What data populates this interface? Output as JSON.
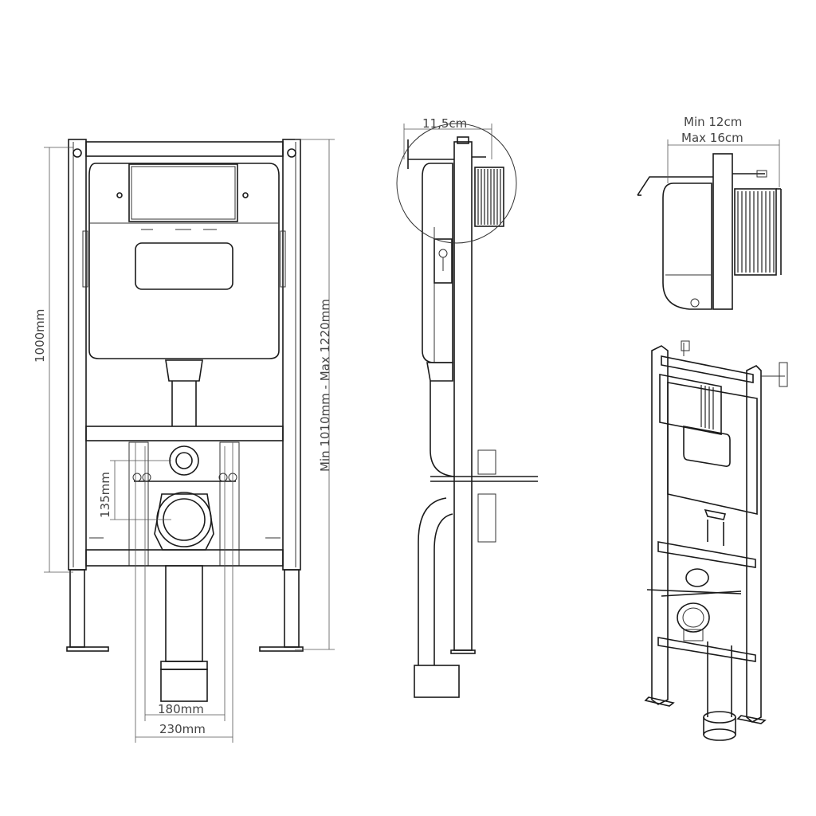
{
  "dimensions": {
    "height_frame": "1000mm",
    "height_adjustable": "Min 1010mm - Max 1220mm",
    "offset_135": "135mm",
    "width_180": "180mm",
    "width_230": "230mm",
    "wall_gap": "11,5cm",
    "depth_min": "Min 12cm",
    "depth_max": "Max 16cm"
  }
}
